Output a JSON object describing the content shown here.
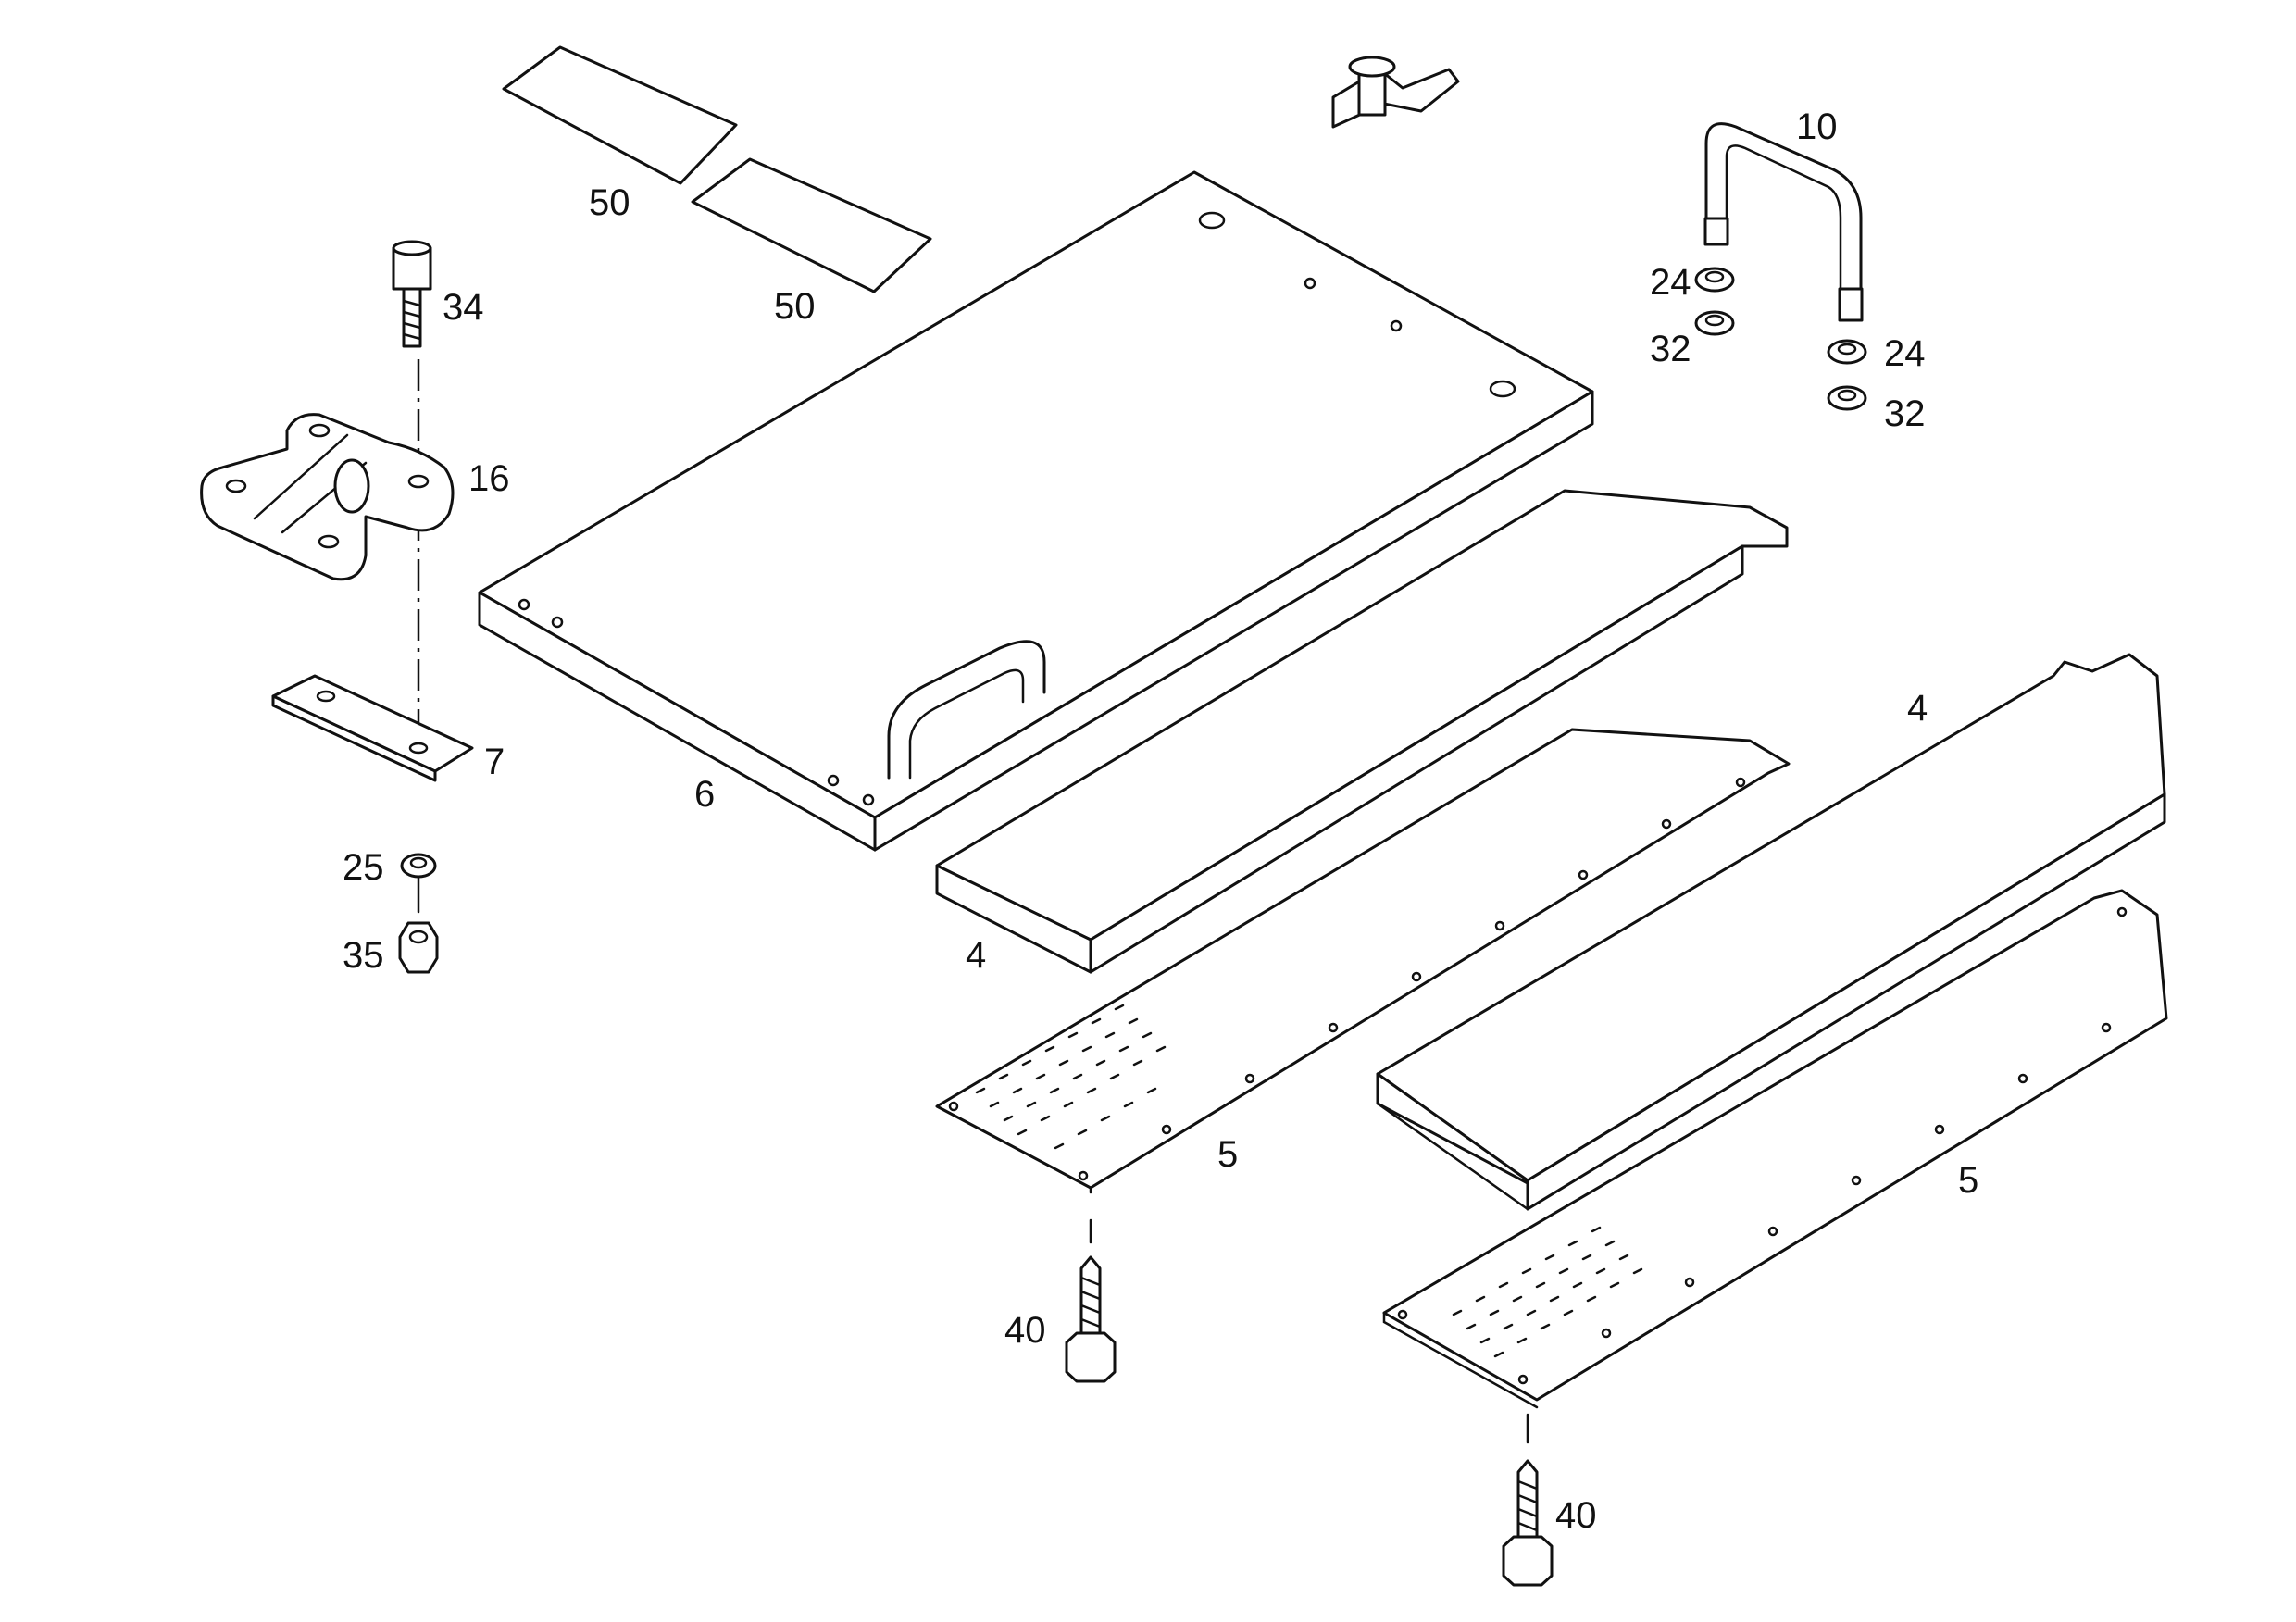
{
  "callouts": {
    "c50a": "50",
    "c50b": "50",
    "c34": "34",
    "c16": "16",
    "c7": "7",
    "c25": "25",
    "c35": "35",
    "c6": "6",
    "c10": "10",
    "c24a": "24",
    "c32a": "32",
    "c24b": "24",
    "c32b": "32",
    "c4a": "4",
    "c4b": "4",
    "c5a": "5",
    "c5b": "5",
    "c40a": "40",
    "c40b": "40"
  }
}
